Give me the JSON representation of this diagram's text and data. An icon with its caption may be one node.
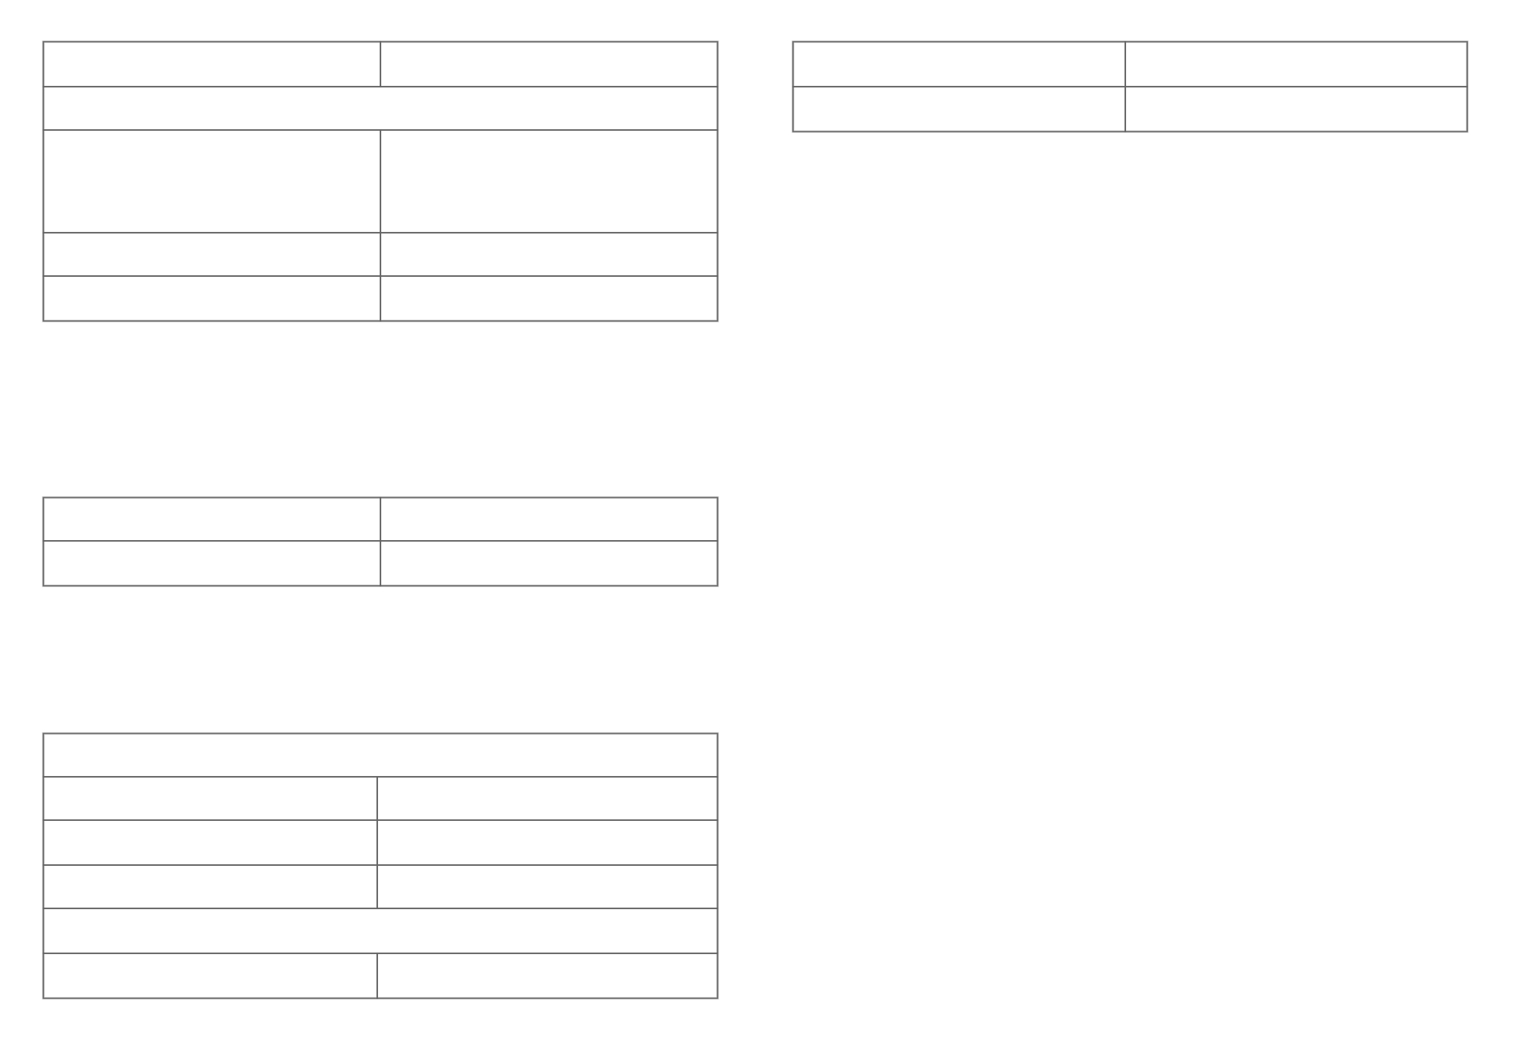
{
  "diagram": {
    "nodes": [
      {
        "text": [],
        "shape": "box"
      },
      {
        "text": [],
        "shape": "box",
        "in": 0
      },
      {
        "text": [],
        "shape": "box",
        "in": 0
      },
      {
        "text": [],
        "shape": "box",
        "in": 0
      },
      {
        "text": [],
        "shape": "box",
        "in": 0
      },
      {
        "text": [],
        "shape": "box",
        "in": 0
      },
      {
        "text": [],
        "shape": "box",
        "in": 0
      },
      {
        "text": [],
        "shape": "box",
        "in": 0
      },
      {
        "text": [],
        "shape": "box",
        "in": 0
      },
      {
        "text": [],
        "shape": "box",
        "in": 0
      },
      {
        "text": [],
        "shape": "box"
      },
      {
        "text": [],
        "shape": "box",
        "in": 10
      },
      {
        "text": [],
        "shape": "box",
        "in": 10
      },
      {
        "text": [],
        "shape": "box",
        "in": 10
      },
      {
        "text": [],
        "shape": "box",
        "in": 10
      },
      {
        "text": [],
        "shape": "box"
      },
      {
        "text": [],
        "shape": "box",
        "in": 15
      },
      {
        "text": [],
        "shape": "box",
        "in": 15
      },
      {
        "text": [],
        "shape": "box",
        "in": 15
      },
      {
        "text": [],
        "shape": "box",
        "in": 15
      },
      {
        "text": [],
        "shape": "box"
      },
      {
        "text": [],
        "shape": "box",
        "in": 20
      },
      {
        "text": [],
        "shape": "box",
        "in": 20
      },
      {
        "text": [],
        "shape": "box",
        "in": 20
      },
      {
        "text": [],
        "shape": "box",
        "in": 20
      },
      {
        "text": [],
        "shape": "box",
        "in": 20
      },
      {
        "text": [],
        "shape": "box",
        "in": 20
      },
      {
        "text": [],
        "shape": "box",
        "in": 20
      },
      {
        "text": [],
        "shape": "box",
        "in": 20
      },
      {
        "text": [],
        "shape": "box",
        "in": 20
      },
      {
        "text": [],
        "shape": "box",
        "in": 20
      }
    ]
  }
}
